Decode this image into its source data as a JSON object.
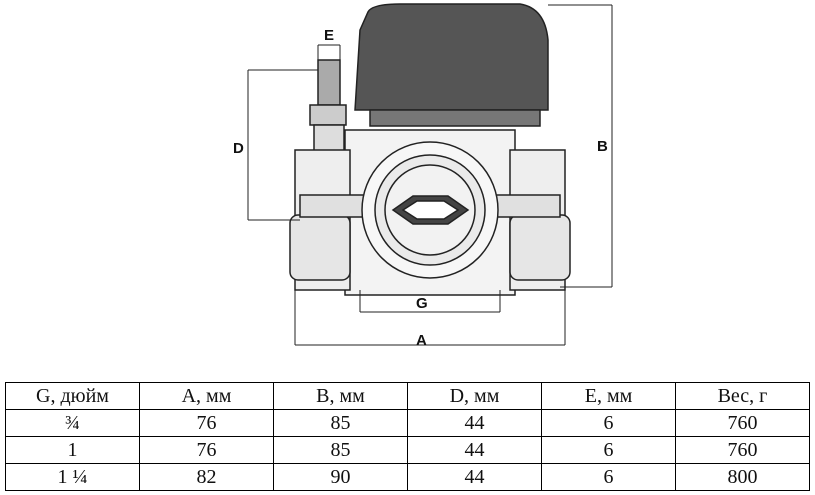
{
  "drawing": {
    "labels": {
      "E": "E",
      "D": "D",
      "B": "B",
      "G": "G",
      "A": "A"
    }
  },
  "table": {
    "headers": [
      "G, дюйм",
      "A, мм",
      "B, мм",
      "D, мм",
      "E, мм",
      "Вес, г"
    ],
    "rows": [
      [
        "¾",
        "76",
        "85",
        "44",
        "6",
        "760"
      ],
      [
        "1",
        "76",
        "85",
        "44",
        "6",
        "760"
      ],
      [
        "1 ¼",
        "82",
        "90",
        "44",
        "6",
        "800"
      ]
    ]
  }
}
